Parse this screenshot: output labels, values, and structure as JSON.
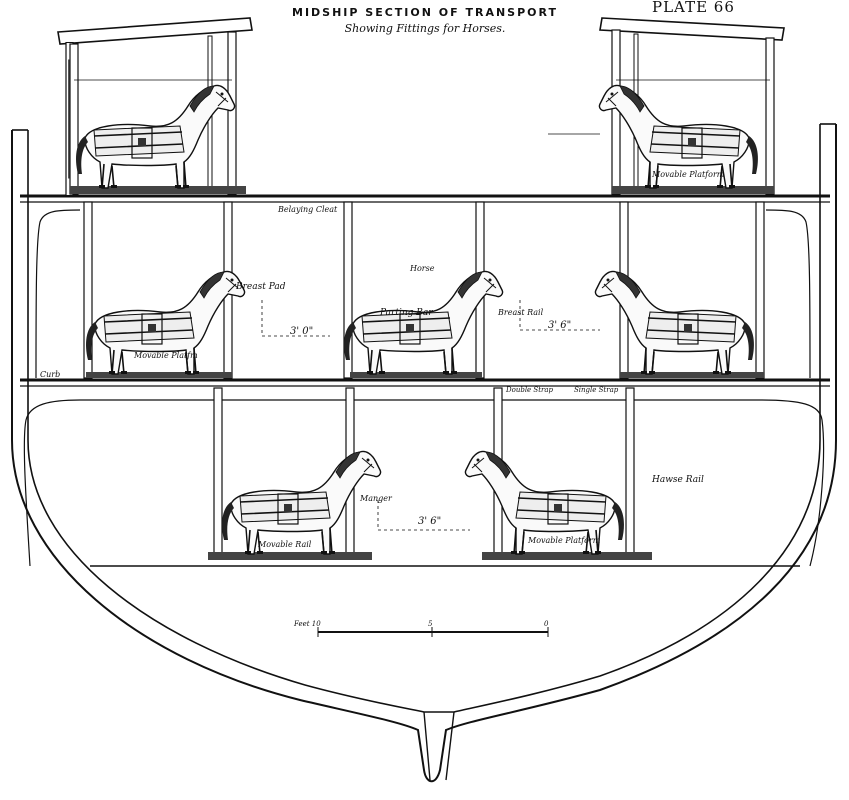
{
  "header": {
    "title": "MIDSHIP SECTION OF TRANSPORT",
    "subtitle": "Showing Fittings for Horses.",
    "plate": "PLATE 66"
  },
  "labels": {
    "belaying_cleat": "Belaying Cleat",
    "breast_pad": "Breast Pad",
    "curb": "Curb",
    "movable_platform_short": "Movable Platfm",
    "movable_platform_top": "Movable Platform",
    "movable_platform_bottom": "Movable Platform",
    "horse": "Horse",
    "parting_bar": "Parting Bar",
    "breast_rail": "Breast Rail",
    "hawse_rail": "Hawse Rail",
    "manger": "Manger",
    "movable_rail": "Movable Rail",
    "double_strap": "Double Strap",
    "single_strap": "Single Strap"
  },
  "dimensions": {
    "mid_left": "3' 0\"",
    "mid_right": "3' 6\"",
    "low": "3' 6\""
  },
  "scale": {
    "left": "Feet 10",
    "mid": "5",
    "right": "0"
  }
}
